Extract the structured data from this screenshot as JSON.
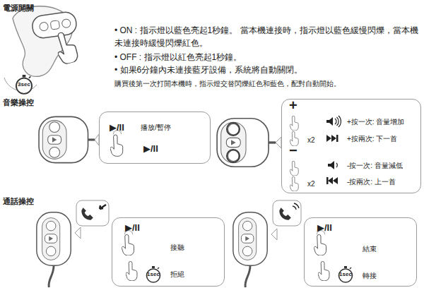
{
  "diagram": {
    "nodes": [
      {
        "text": [
          "3sec"
        ]
      },
      {
        "text": [
          "▶/II",
          "播放/暫停",
          "▶/II"
        ]
      },
      {
        "text": [
          "+",
          "x2",
          "−",
          "x2",
          "+按一次: 音量增加",
          "+按兩次: 下一首",
          "-按一次: 音量減低",
          "-按兩次: 上一首"
        ]
      },
      {
        "text": [
          "▶/II",
          "接聽",
          "拒絕"
        ]
      },
      {
        "text": [
          "1sec"
        ],
        "in": 3
      },
      {
        "text": [
          "▶/II",
          "結束",
          "轉接"
        ]
      },
      {
        "text": [
          "1sec"
        ],
        "in": 5
      }
    ],
    "labels": [
      "電源開關",
      "• ON : 指示燈以藍色亮起1秒鐘。 當本機連接時，指示燈以藍色緩慢閃爍，當本機未連接時緩慢閃爍紅色。",
      "• OFF : 指示燈以紅色亮起1秒鐘。",
      "• 如果6分鐘內未連接藍牙設備，系統將自動關閉。",
      "購買後第一次打開本機時，指示燈交替閃爍紅色和藍色，配對自動開始。",
      "音樂操控",
      "通話操控"
    ]
  }
}
